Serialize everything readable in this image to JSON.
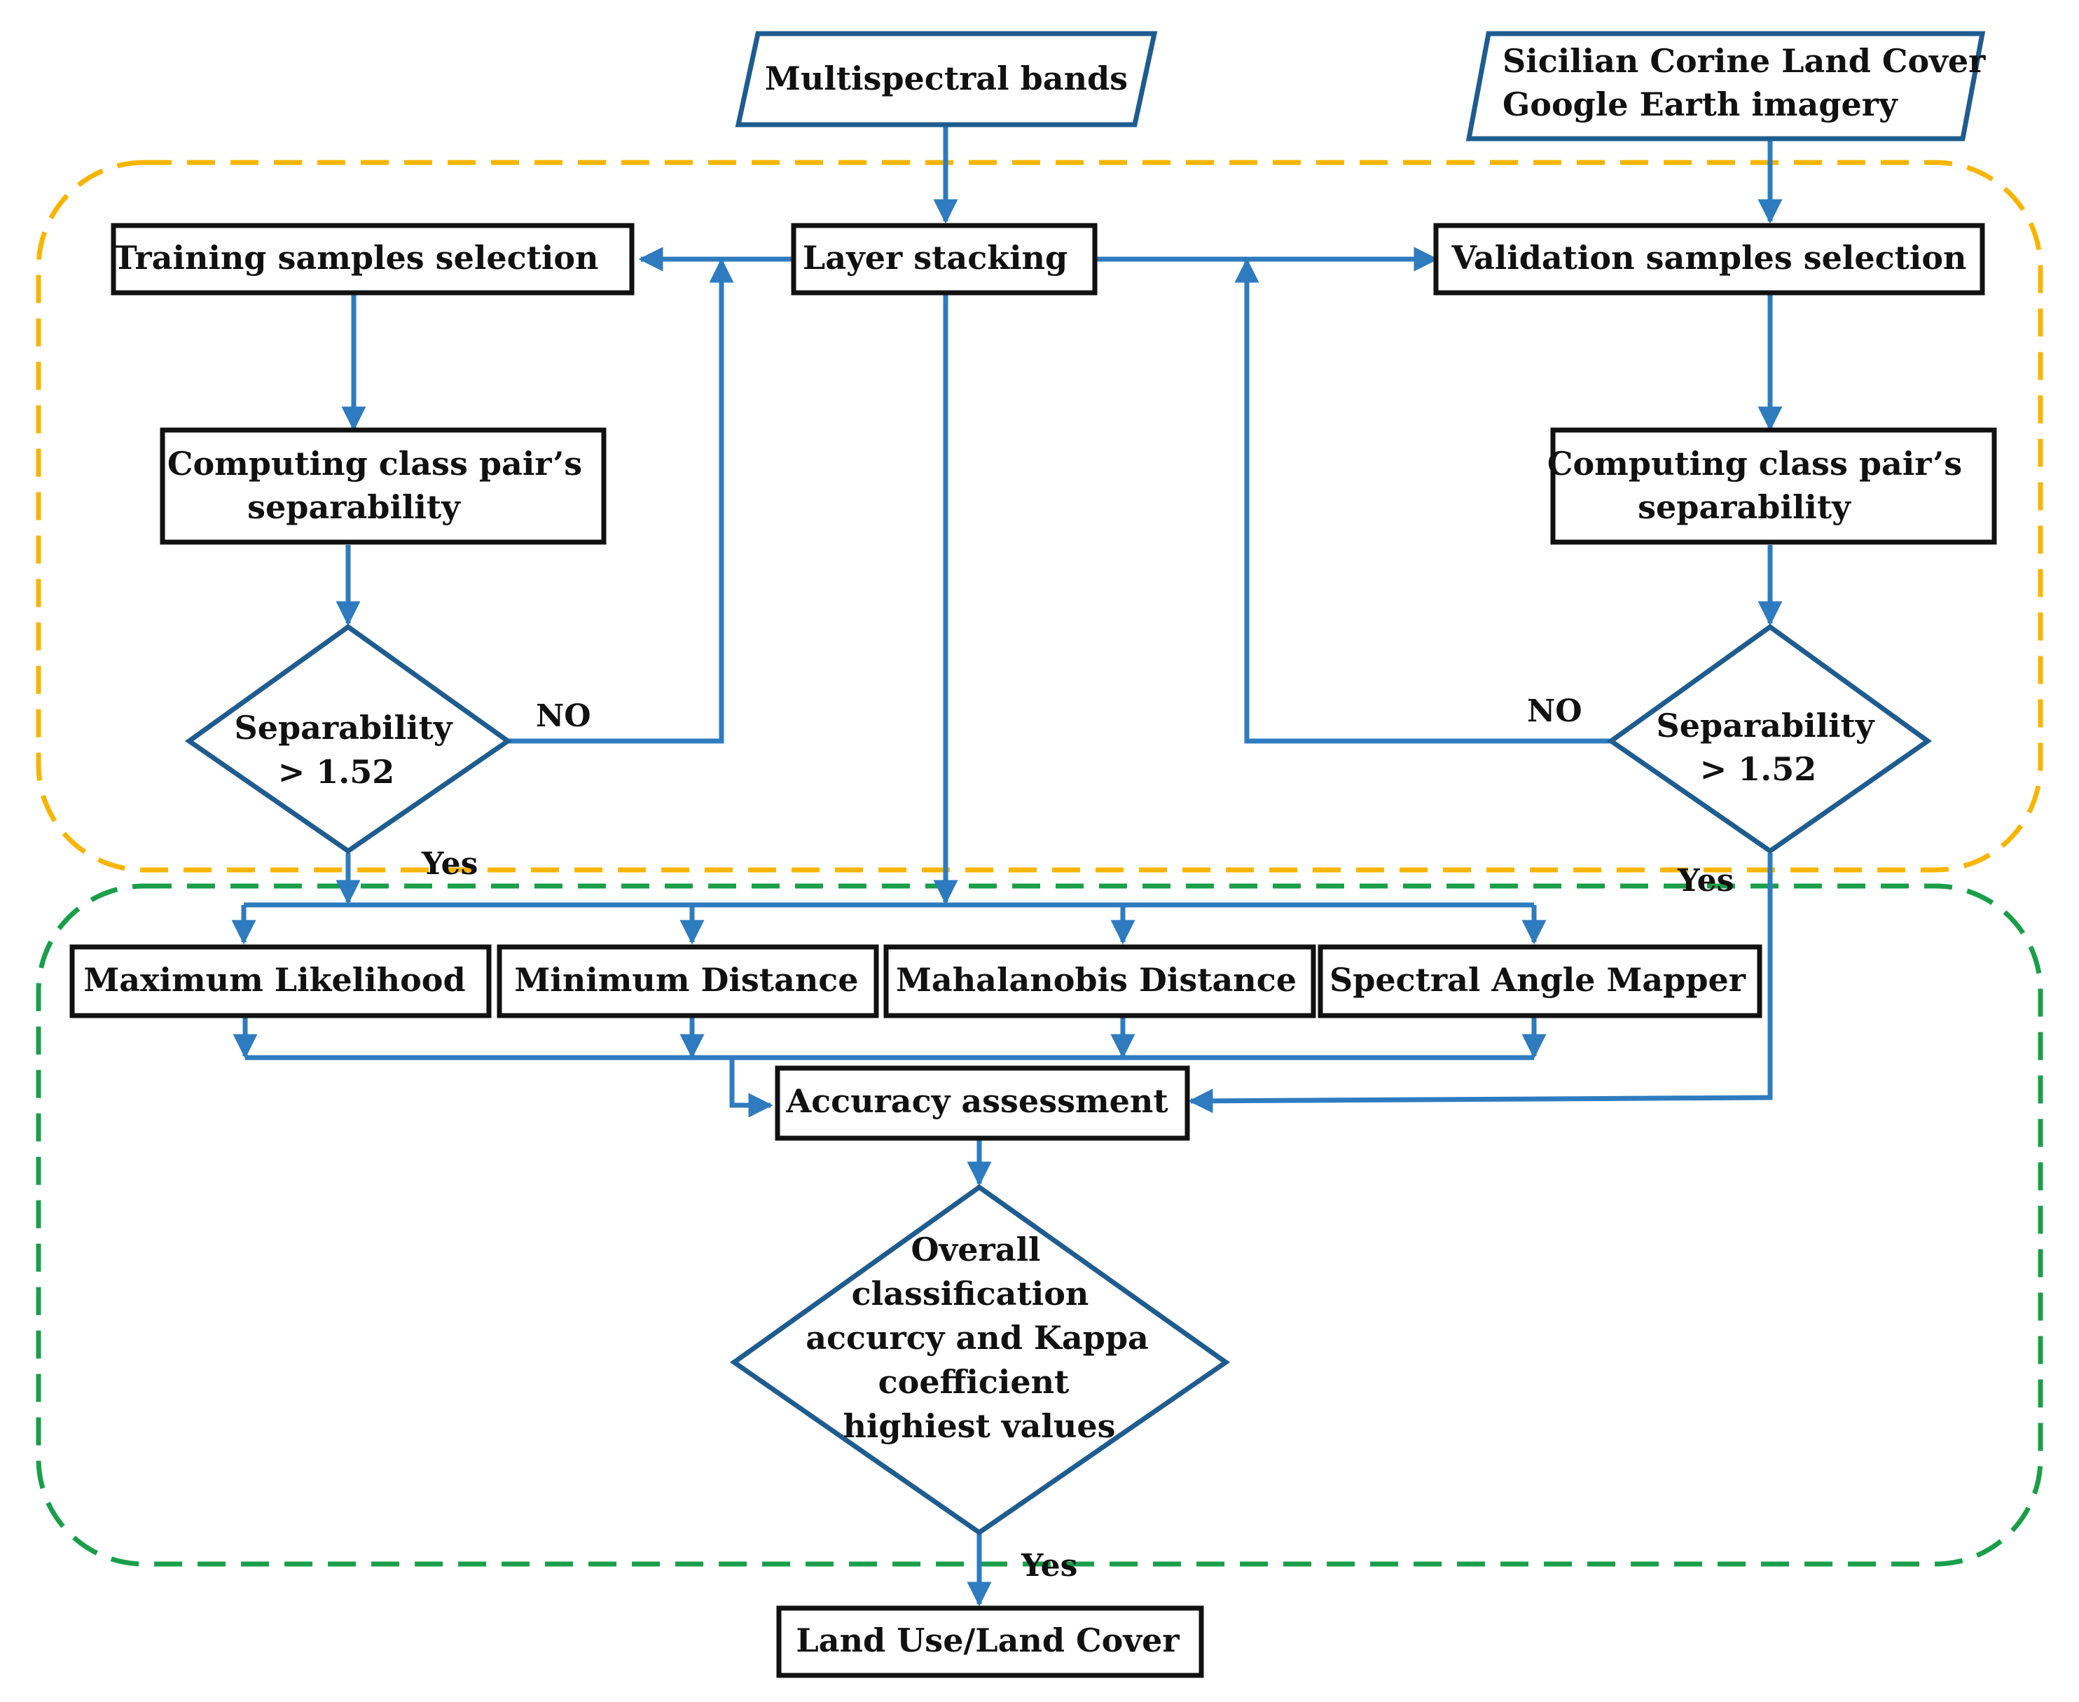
{
  "colors": {
    "arrow": "#2E7BBF",
    "input_border": "#1F5C8F",
    "box_border": "#111111",
    "preprocessing_region": "#F7B500",
    "classification_region": "#1A9E4A"
  },
  "inputs": {
    "multispectral": "Multispectral  bands",
    "reference_line1": "Sicilian  Corine Land Cover",
    "reference_line2": "Google Earth imagery"
  },
  "nodes": {
    "layer_stacking": "Layer stacking",
    "training_samples": "Training samples selection",
    "validation_samples": "Validation  samples selection",
    "separability_calc_left_line1": "Computing class pair’s",
    "separability_calc_left_line2": "separability",
    "separability_calc_right_line1": "Computing class pair’s",
    "separability_calc_right_line2": "separability",
    "accuracy_assessment": "Accuracy assessment",
    "output": "Land Use/Land Cover"
  },
  "decisions": {
    "left_line1": "Separability",
    "left_line2": "> 1.52",
    "right_line1": "Separability",
    "right_line2": "> 1.52",
    "final_line1": "Overall",
    "final_line2": "classification",
    "final_line3": "accurcy and Kappa",
    "final_line4": "coefficient",
    "final_line5": "highiest  values"
  },
  "classifiers": [
    "Maximum Likelihood",
    "Minimum  Distance",
    "Mahalanobis  Distance",
    "Spectral Angle  Mapper"
  ],
  "edge_labels": {
    "left_no": "NO",
    "right_no": "NO",
    "left_yes": "Yes",
    "right_yes": "Yes",
    "final_yes": "Yes"
  }
}
